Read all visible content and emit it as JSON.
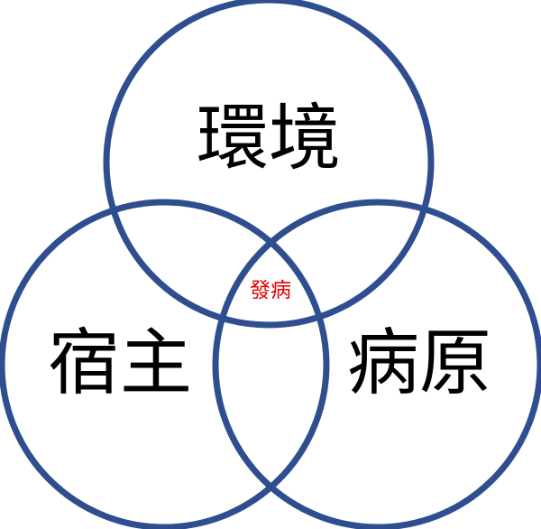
{
  "diagram": {
    "colors": {
      "ring": "#2F4E8F",
      "center_text": "#E00000",
      "label_text": "#000000",
      "background": "#FFFFFF"
    },
    "circles": {
      "top": "環境",
      "left": "宿主",
      "right": "病原"
    },
    "intersection": "發病"
  }
}
